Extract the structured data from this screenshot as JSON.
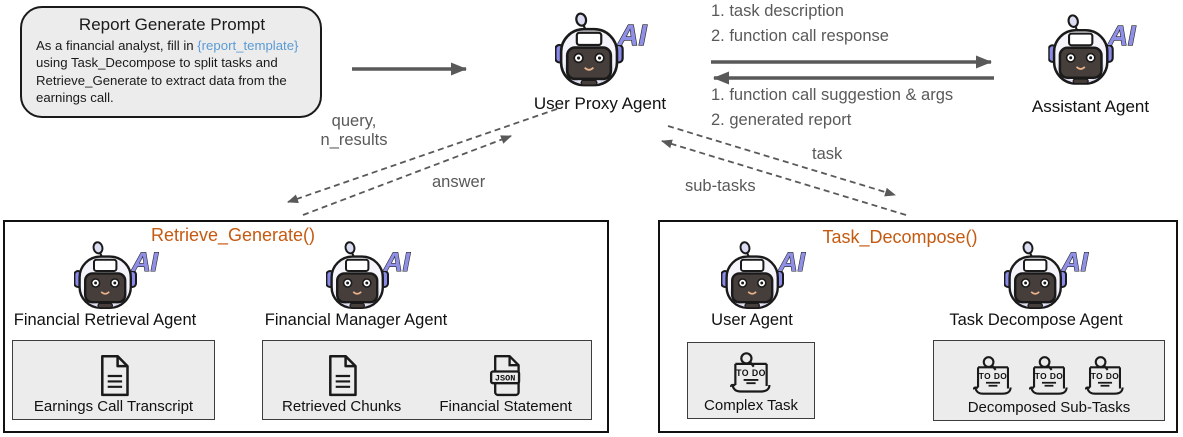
{
  "badge": {
    "ai": "AI"
  },
  "colors": {
    "accent_orange": "#C55A11",
    "template_blue": "#5B9BD5",
    "arrow_gray": "#595959",
    "panel_bg": "#ececec"
  },
  "prompt_box": {
    "title": "Report Generate Prompt",
    "body_before": "As a financial analyst, fill in ",
    "body_highlight": "{report_template}",
    "body_after": " using Task_Decompose to split tasks and Retrieve_Generate to extract data from the earnings call."
  },
  "top_agents": {
    "user_proxy": "User Proxy Agent",
    "assistant": "Assistant Agent"
  },
  "assistant_flow": {
    "to_assistant_1": "1. task description",
    "to_assistant_2": "2. function call response",
    "to_proxy_1": "1. function call suggestion & args",
    "to_proxy_2": "2. generated report"
  },
  "retrieve_flow": {
    "query_line1": "query,",
    "query_line2": "n_results",
    "answer": "answer"
  },
  "decompose_flow": {
    "task": "task",
    "subtasks": "sub-tasks"
  },
  "retrieve_group": {
    "title": "Retrieve_Generate()",
    "left_agent": "Financial Retrieval Agent",
    "right_agent": "Financial Manager Agent",
    "transcript_label": "Earnings Call Transcript",
    "chunks_label": "Retrieved Chunks",
    "statement_label": "Financial Statement"
  },
  "decompose_group": {
    "title": "Task_Decompose()",
    "left_agent": "User Agent",
    "right_agent": "Task Decompose Agent",
    "complex_label": "Complex Task",
    "subtasks_label": "Decomposed Sub-Tasks"
  },
  "icon_labels": {
    "json": "JSON",
    "todo": "TO DO"
  }
}
